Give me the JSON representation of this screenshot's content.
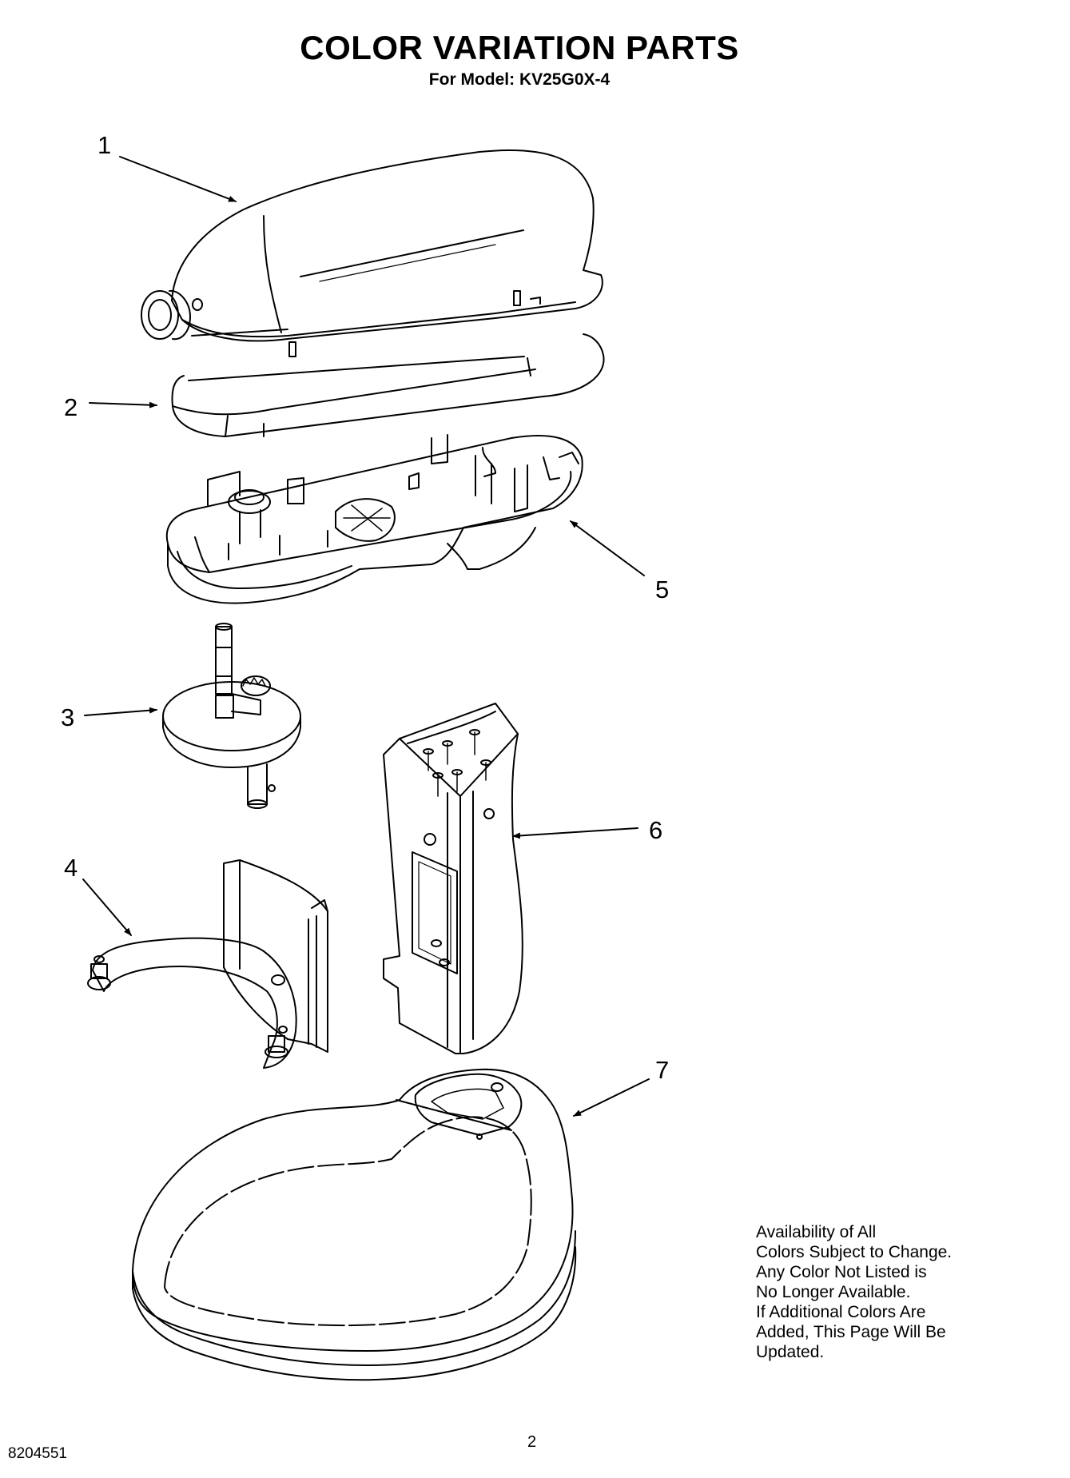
{
  "header": {
    "title": "COLOR VARIATION PARTS",
    "subtitle": "For Model: KV25G0X-4"
  },
  "callouts": {
    "c1": "1",
    "c2": "2",
    "c3": "3",
    "c4": "4",
    "c5": "5",
    "c6": "6",
    "c7": "7"
  },
  "note": {
    "lines": [
      "Availability of All",
      "Colors Subject to Change.",
      "Any Color Not Listed is",
      "No Longer Available.",
      "If Additional Colors Are",
      "Added, This Page Will Be",
      "Updated."
    ]
  },
  "footer": {
    "doc_number": "8204551",
    "page_number": "2"
  }
}
